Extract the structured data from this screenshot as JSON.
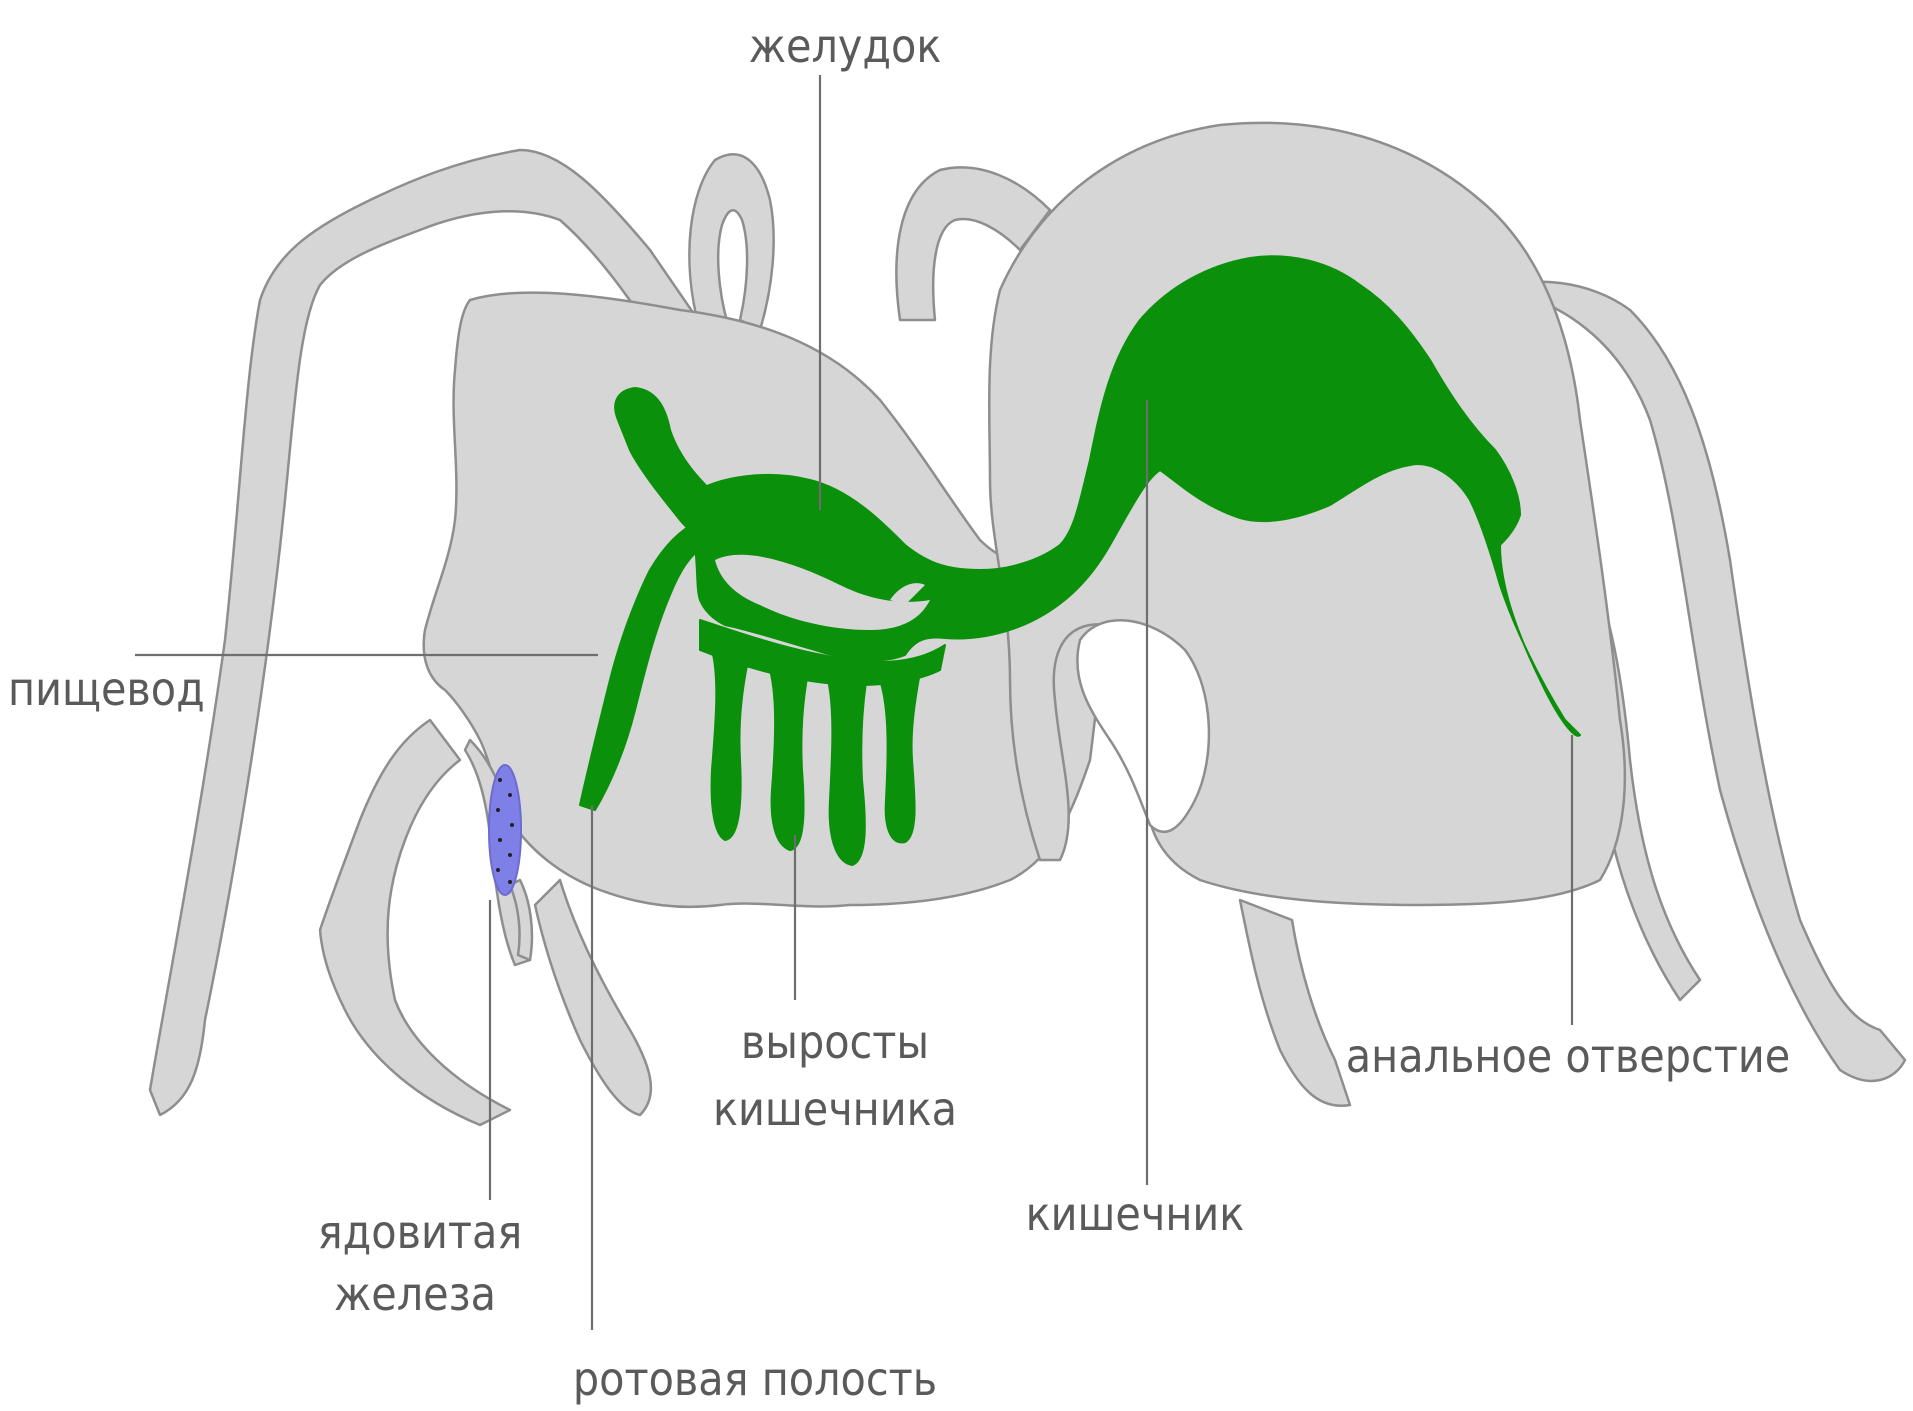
{
  "diagram": {
    "labels": {
      "stomach": "желудок",
      "esophagus": "пищевод",
      "venom_gland_line1": "ядовитая",
      "venom_gland_line2": "железа",
      "mouth_cavity": "ротовая полость",
      "gut_outgrowths_line1": "выросты",
      "gut_outgrowths_line2": "кишечника",
      "intestine": "кишечник",
      "anal_opening": "анальное отверстие"
    },
    "colors": {
      "body": "#d6d6d6",
      "outline": "#8e8e8e",
      "digestive_system": "#0a900a",
      "venom_gland": "#7f7fe8",
      "label_text": "#5a5a5a"
    }
  }
}
